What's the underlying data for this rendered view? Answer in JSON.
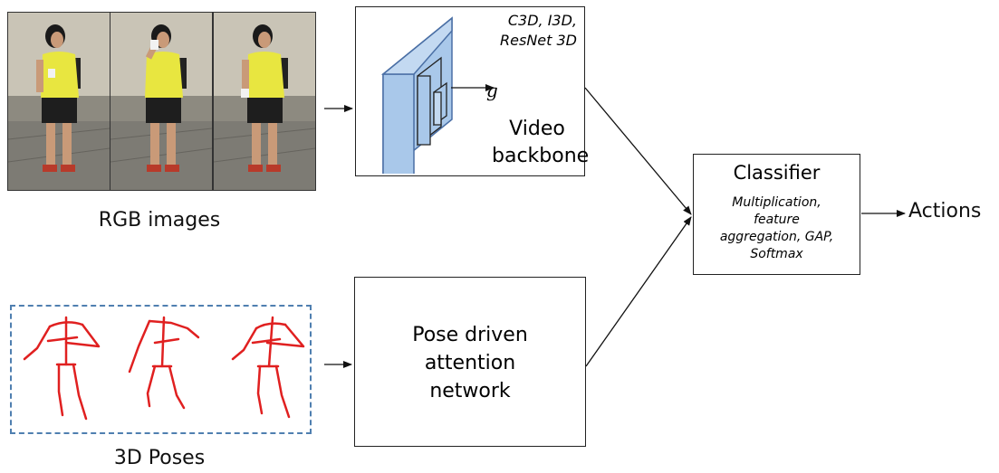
{
  "inputs": {
    "rgb_label": "RGB images",
    "pose_label": "3D Poses"
  },
  "video_backbone": {
    "models": [
      "C3D, I3D,",
      "ResNet 3D"
    ],
    "feature": "g",
    "title": [
      "Video",
      "backbone"
    ]
  },
  "pose_network": {
    "title": [
      "Pose driven",
      "attention",
      "network"
    ]
  },
  "classifier": {
    "title": "Classifier",
    "details": [
      "Multiplication,",
      "feature",
      "aggregation, GAP,",
      "Softmax"
    ]
  },
  "output": {
    "label": "Actions"
  },
  "colors": {
    "cube_fill": "#a9c8ea",
    "cube_stroke": "#4a6fa5",
    "skeleton": "#e02020",
    "dashed_border": "#4f7fb0",
    "shirt": "#e8e640",
    "shorts": "#1e1e1e"
  }
}
